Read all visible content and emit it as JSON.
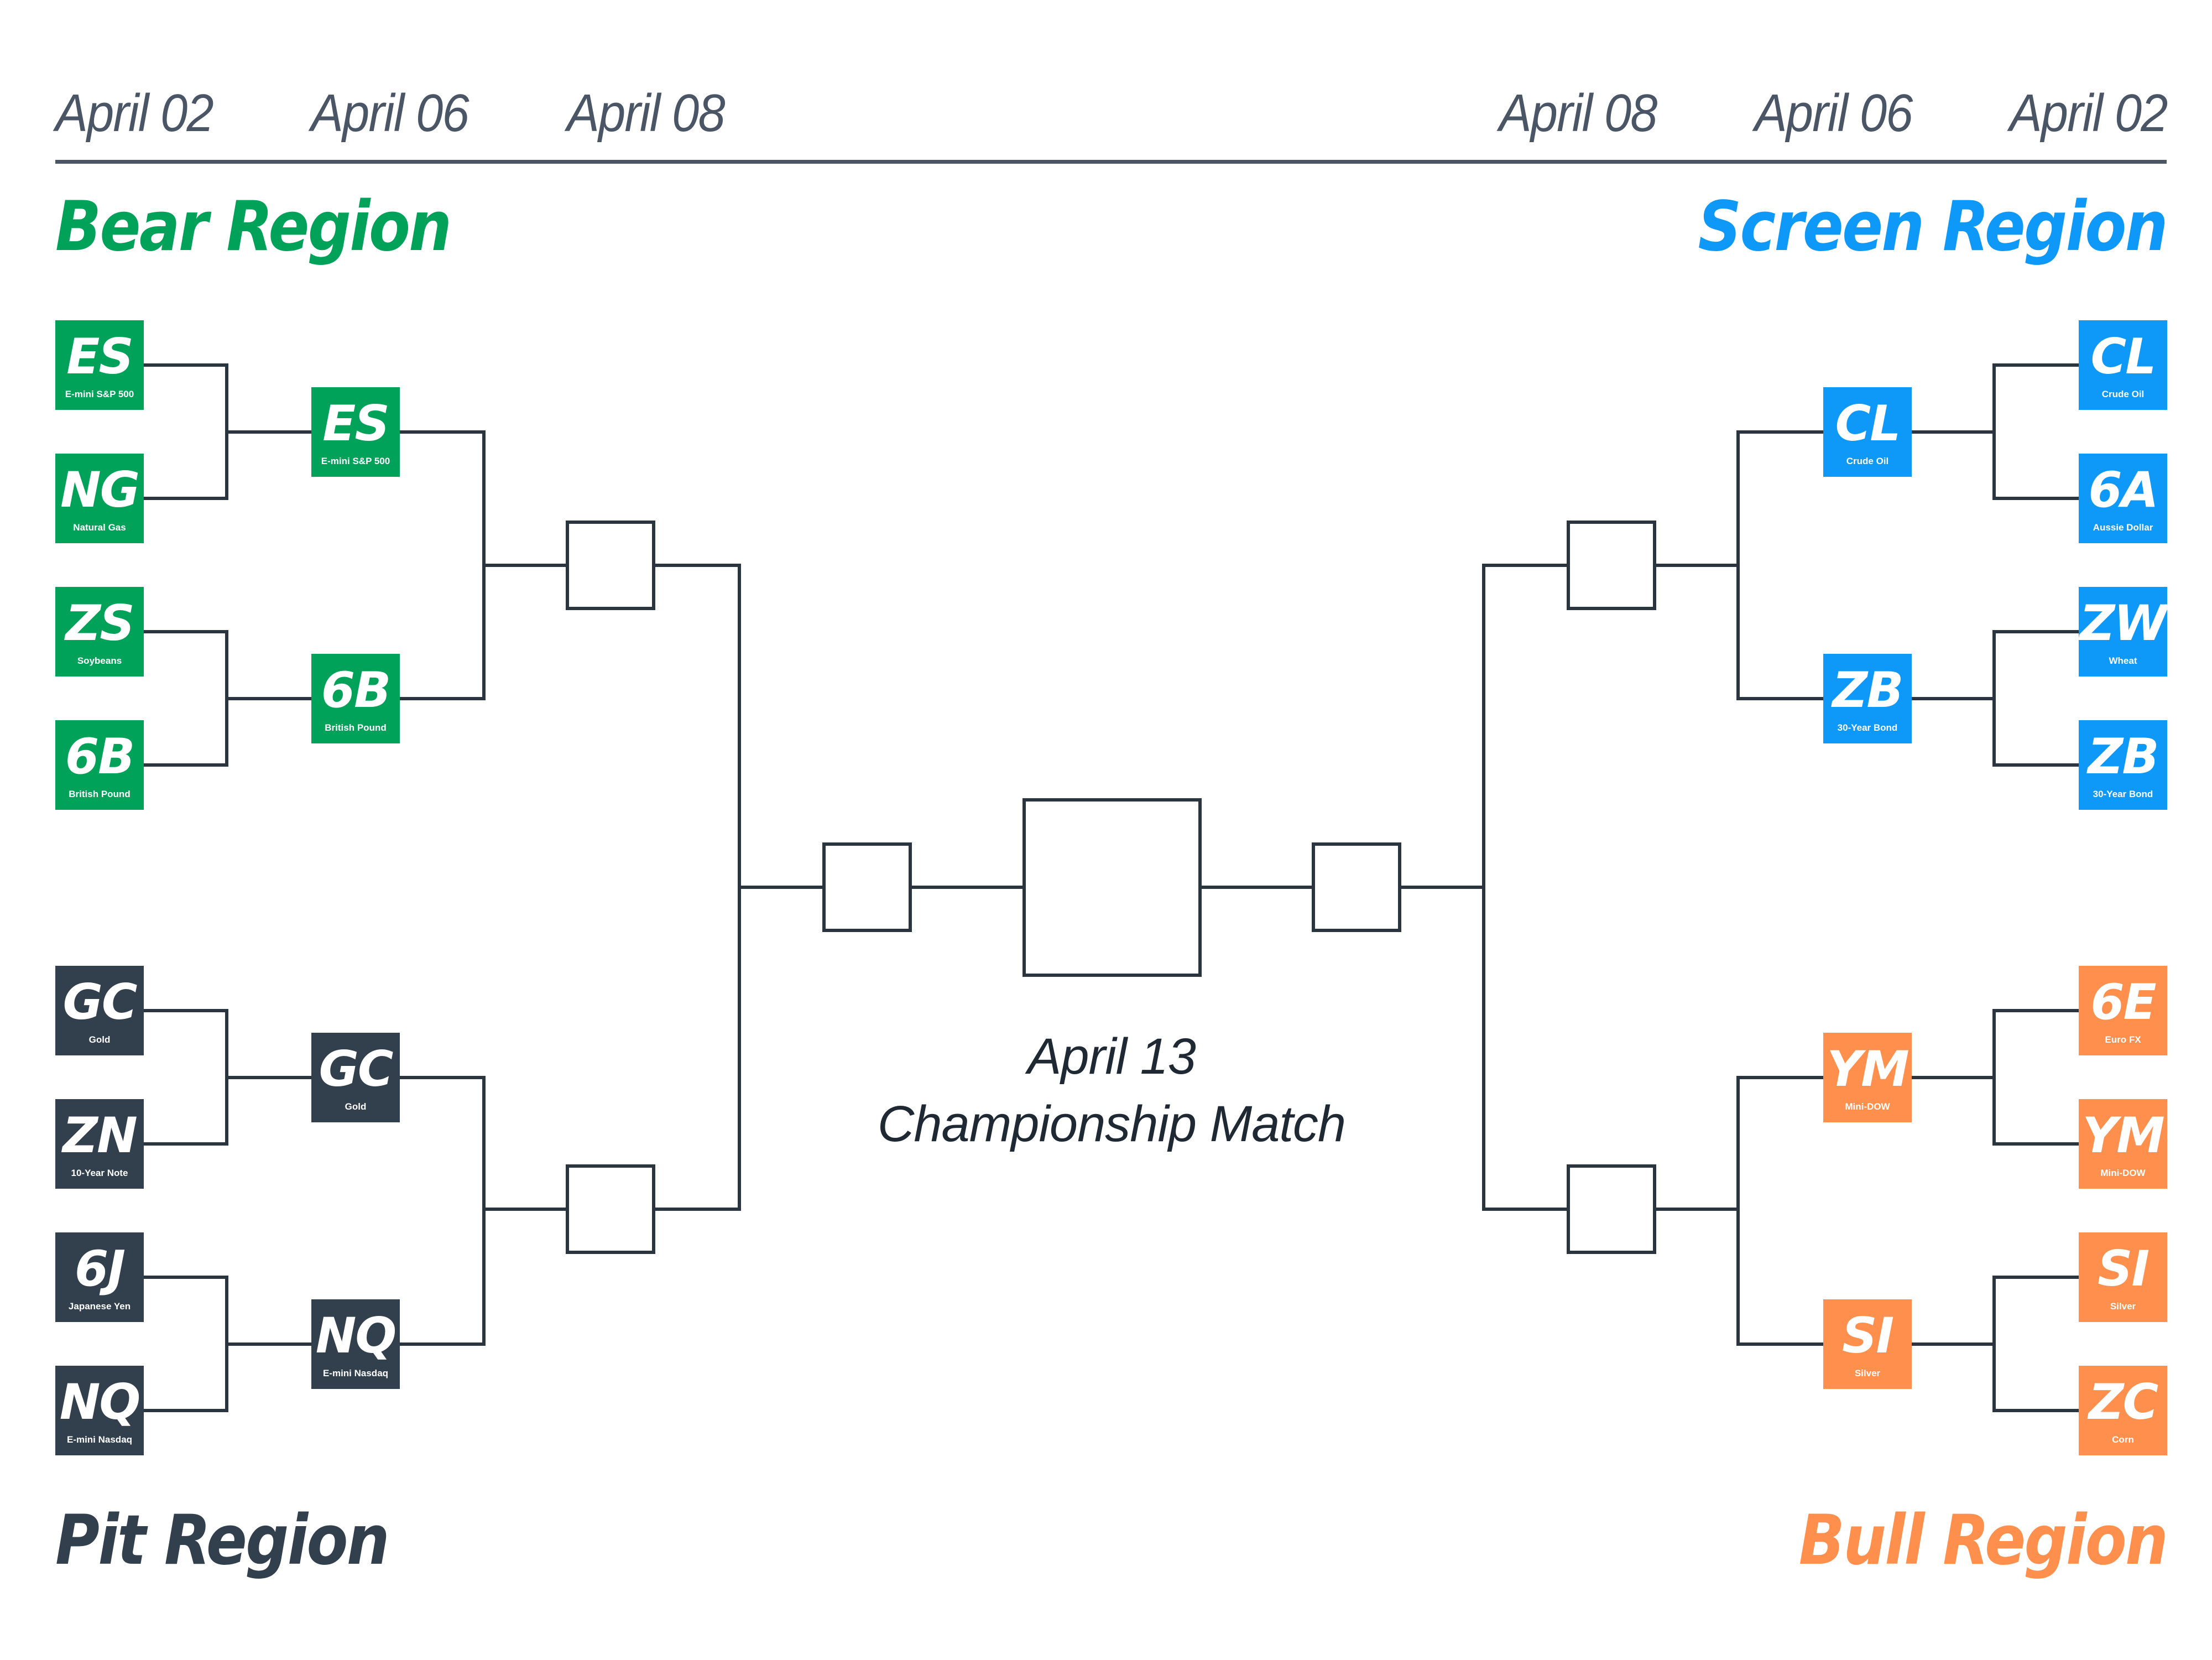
{
  "header": {
    "left_dates": [
      "April 02",
      "April 06",
      "April 08"
    ],
    "right_dates": [
      "April 08",
      "April 06",
      "April 02"
    ]
  },
  "colors": {
    "bear": "#00a25a",
    "screen": "#0e98f8",
    "pit": "#323f4c",
    "bull": "#ff8f4c",
    "lines": "#2b3540",
    "dates": "#4a5566"
  },
  "regions": {
    "bear": {
      "title": "Bear Region",
      "round1": [
        {
          "symbol": "ES",
          "name": "E-mini S&P 500"
        },
        {
          "symbol": "NG",
          "name": "Natural Gas"
        },
        {
          "symbol": "ZS",
          "name": "Soybeans"
        },
        {
          "symbol": "6B",
          "name": "British Pound"
        }
      ],
      "round2": [
        {
          "symbol": "ES",
          "name": "E-mini S&P 500"
        },
        {
          "symbol": "6B",
          "name": "British Pound"
        }
      ]
    },
    "pit": {
      "title": "Pit Region",
      "round1": [
        {
          "symbol": "GC",
          "name": "Gold"
        },
        {
          "symbol": "ZN",
          "name": "10-Year Note"
        },
        {
          "symbol": "6J",
          "name": "Japanese Yen"
        },
        {
          "symbol": "NQ",
          "name": "E-mini Nasdaq"
        }
      ],
      "round2": [
        {
          "symbol": "GC",
          "name": "Gold"
        },
        {
          "symbol": "NQ",
          "name": "E-mini Nasdaq"
        }
      ]
    },
    "screen": {
      "title": "Screen Region",
      "round1": [
        {
          "symbol": "CL",
          "name": "Crude Oil"
        },
        {
          "symbol": "6A",
          "name": "Aussie Dollar"
        },
        {
          "symbol": "ZW",
          "name": "Wheat"
        },
        {
          "symbol": "ZB",
          "name": "30-Year Bond"
        }
      ],
      "round2": [
        {
          "symbol": "CL",
          "name": "Crude Oil"
        },
        {
          "symbol": "ZB",
          "name": "30-Year Bond"
        }
      ]
    },
    "bull": {
      "title": "Bull Region",
      "round1": [
        {
          "symbol": "6E",
          "name": "Euro FX"
        },
        {
          "symbol": "YM",
          "name": "Mini-DOW"
        },
        {
          "symbol": "SI",
          "name": "Silver"
        },
        {
          "symbol": "ZC",
          "name": "Corn"
        }
      ],
      "round2": [
        {
          "symbol": "YM",
          "name": "Mini-DOW"
        },
        {
          "symbol": "SI",
          "name": "Silver"
        }
      ]
    }
  },
  "championship": {
    "date": "April 13",
    "label": "Championship Match"
  }
}
